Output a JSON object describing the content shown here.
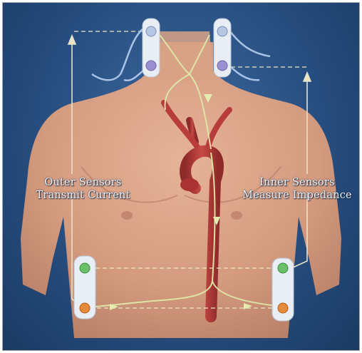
{
  "diagram": {
    "left_label": [
      "Outer Sensors",
      "Transmit Current"
    ],
    "right_label": [
      "Inner Sensors",
      "Measure Impedance"
    ],
    "colors": {
      "background": "#274e80",
      "skin": "#d9a184",
      "artery": "#b33a38",
      "current_path": "#dfe8a8",
      "guide_lines": "#e9e3c8",
      "outer_sensor_dot": "#9a8fd0",
      "lower_outer_dot": "#e58a3a",
      "lower_inner_dot": "#6bbf6b",
      "lead_wire": "#a9c4e6"
    },
    "icons": [
      "sensor-pad",
      "arrow-up",
      "arrow-right"
    ]
  }
}
